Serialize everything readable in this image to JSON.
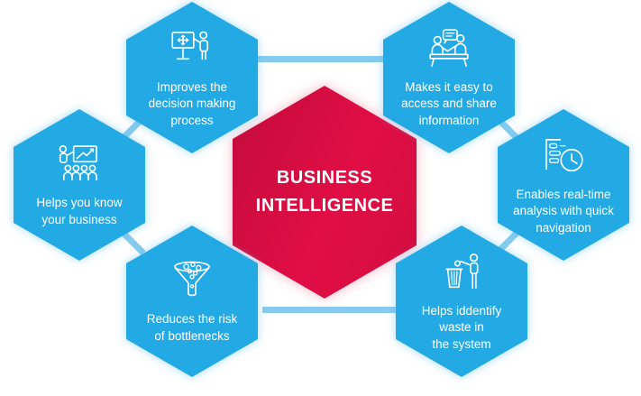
{
  "title": {
    "text": "BUSINESS\nINTELLIGENCE"
  },
  "colors": {
    "hexagon_blue": "#23a9e4",
    "hexagon_red": "#d20d40",
    "connector_blue": "#86cbef",
    "text_white": "#ffffff"
  },
  "hexagons": [
    {
      "id": "improves-decision",
      "icon": "presentation-board-icon",
      "label": "Improves the\ndecision making\nprocess"
    },
    {
      "id": "access-share",
      "icon": "people-meeting-icon",
      "label": "Makes it easy to\naccess and share\ninformation"
    },
    {
      "id": "know-business",
      "icon": "presenter-audience-icon",
      "label": "Helps you know\nyour business"
    },
    {
      "id": "real-time-analysis",
      "icon": "document-clock-icon",
      "label": "Enables real-time\nanalysis with quick\nnavigation"
    },
    {
      "id": "reduces-bottlenecks",
      "icon": "funnel-icon",
      "label": "Reduces the risk\nof bottlenecks"
    },
    {
      "id": "identify-waste",
      "icon": "waste-disposal-icon",
      "label": "Helps iddentify\nwaste in\nthe system"
    }
  ]
}
